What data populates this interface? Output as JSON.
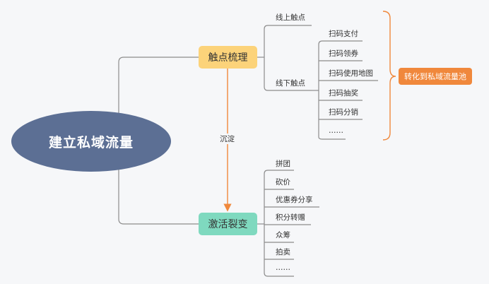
{
  "root": {
    "label": "建立私域流量"
  },
  "touchpoints": {
    "label": "触点梳理",
    "online": {
      "label": "线上触点"
    },
    "offline": {
      "label": "线下触点",
      "items": [
        "扫码支付",
        "扫码领券",
        "扫码使用地图",
        "扫码抽奖",
        "扫码分销",
        "……"
      ]
    }
  },
  "activation": {
    "label": "激活裂变",
    "items": [
      "拼团",
      "砍价",
      "优惠券分享",
      "积分转赠",
      "众筹",
      "拍卖",
      "……"
    ]
  },
  "link": {
    "label": "沉淀"
  },
  "pool": {
    "label": "转化到私域流量池"
  },
  "colors": {
    "root": "#5c6f94",
    "touchpoints": "#fcd37a",
    "activation": "#7fd9bf",
    "pool": "#f0883c",
    "connector": "#8c8c8c",
    "arrow": "#f0883c"
  }
}
